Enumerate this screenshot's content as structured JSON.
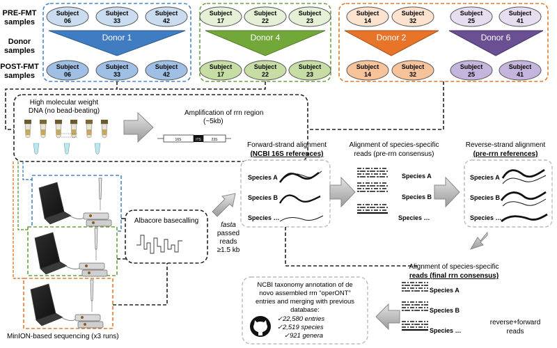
{
  "row_labels": {
    "pre_fmt": [
      "PRE-FMT",
      "samples"
    ],
    "donor": [
      "Donor",
      "samples"
    ],
    "post_fmt": [
      "POST-FMT",
      "samples"
    ]
  },
  "subject_prefix": "Subject",
  "groups": [
    {
      "id": "donor1",
      "color": "#4a86c6",
      "subjects": [
        {
          "pre": "06",
          "post": "06"
        },
        {
          "pre": "33",
          "post": "33"
        },
        {
          "pre": "42",
          "post": "42"
        }
      ],
      "donors": [
        {
          "label": "Donor 1",
          "color": "#3f7cc2"
        }
      ]
    },
    {
      "id": "donor4",
      "color": "#6aa13f",
      "subjects": [
        {
          "pre": "17",
          "post": "17"
        },
        {
          "pre": "22",
          "post": "22"
        },
        {
          "pre": "23",
          "post": "23"
        }
      ],
      "donors": [
        {
          "label": "Donor 4",
          "color": "#72a83a"
        }
      ]
    },
    {
      "id": "donor2_6",
      "color": "#e07a2c",
      "subjects": [
        {
          "pre": "14",
          "post": "14"
        },
        {
          "pre": "32",
          "post": "32"
        },
        {
          "pre": "25",
          "post": "25"
        },
        {
          "pre": "41",
          "post": "41"
        }
      ],
      "donors": [
        {
          "label": "Donor 2",
          "color": "#e8742a"
        },
        {
          "label": "Donor 6",
          "color": "#6a4f93"
        }
      ]
    }
  ],
  "colors": {
    "blue_fill": "#c9dcf0",
    "blue_post": "#9fc0e4",
    "green_fill": "#e6f0d6",
    "green_post": "#c6dda4",
    "orange_fill": "#fbe3cf",
    "orange_post": "#f6c39a",
    "purple_fill": "#e6def0",
    "purple_post": "#c5b5dd",
    "arrow_gray": "#c8c8c8"
  },
  "dna": {
    "title_line1": "High molecular weight",
    "title_line2": "DNA (no bead-beating)"
  },
  "amplification": {
    "title_line1": "Amplification of rrn region",
    "title_line2": "(~5kb)",
    "segments": [
      "16S",
      "ITS",
      "23S"
    ]
  },
  "sequencing": {
    "label": "MinION-based sequencing (x3 runs)"
  },
  "basecalling": {
    "label": "Albacore basecalling"
  },
  "fasta": {
    "line1": "fasta",
    "line2": "passed",
    "line3": "reads",
    "line4": "≥1.5 kb"
  },
  "forward_alignment": {
    "title_line1": "Forward-strand alignment",
    "title_line2": "(NCBI 16S references)",
    "species": [
      "Species A",
      "Species B",
      "Species …"
    ]
  },
  "species_alignment": {
    "title_line1": "Alignment of species-specific",
    "title_line2": "reads (pre-rrn consensus)",
    "species": [
      "Species A",
      "Species B",
      "Species …"
    ]
  },
  "reverse_alignment": {
    "title_line1": "Reverse-strand alignment",
    "title_line2": "(pre-rrn references)",
    "species": [
      "Species A",
      "Species B",
      "Species …"
    ]
  },
  "final_alignment": {
    "title_line1": "Alignment of species-specific",
    "title_line2": "reads (final rrn consensus)",
    "species": [
      "Species A",
      "Species B",
      "Species …"
    ],
    "side_label_line1": "reverse+forward",
    "side_label_line2": "reads"
  },
  "ncbi": {
    "lines": [
      "NCBI taxonomy annotation of de",
      "novo assembled rrn “operONT”",
      "entries and merging with previous",
      "database:"
    ],
    "stats": [
      "✓22,580 entries",
      "✓2,519 species",
      "✓921 genera"
    ]
  }
}
